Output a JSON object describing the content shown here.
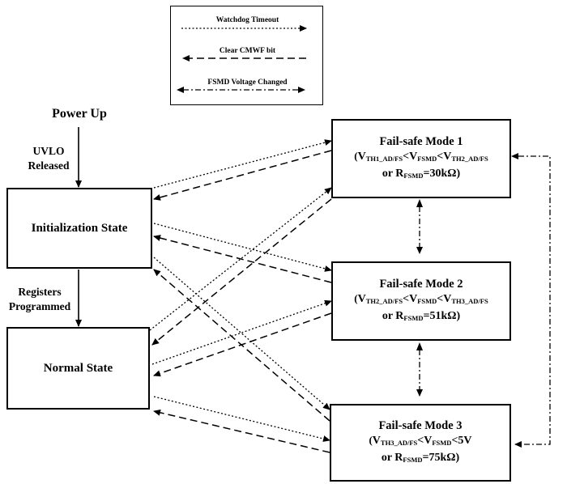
{
  "legend": {
    "watchdog": "Watchdog Timeout",
    "clear": "Clear CMWF bit",
    "fsmd": "FSMD Voltage Changed"
  },
  "labels": {
    "power_up": "Power Up",
    "uvlo_line1": "UVLO",
    "uvlo_line2": "Released",
    "registers_line1": "Registers",
    "registers_line2": "Programmed"
  },
  "states": {
    "init": "Initialization State",
    "normal": "Normal State"
  },
  "failsafe": [
    {
      "title": "Fail-safe Mode 1",
      "cond_v1": "V",
      "cond_s1": "TH1_AD/FS",
      "cond_lt1": "<V",
      "cond_s2": "FSMD",
      "cond_lt2": "<V",
      "cond_s3": "TH2_AD/FS",
      "cond_end": "",
      "res_prefix": "or R",
      "res_sub": "FSMD",
      "res_val": "=30kΩ)"
    },
    {
      "title": "Fail-safe Mode 2",
      "cond_v1": "V",
      "cond_s1": "TH2_AD/FS",
      "cond_lt1": "<V",
      "cond_s2": "FSMD",
      "cond_lt2": "<V",
      "cond_s3": "TH3_AD/FS",
      "cond_end": "",
      "res_prefix": "or R",
      "res_sub": "FSMD",
      "res_val": "=51kΩ)"
    },
    {
      "title": "Fail-safe Mode 3",
      "cond_v1": "V",
      "cond_s1": "TH3_AD/FS",
      "cond_lt1": "<V",
      "cond_s2": "FSMD",
      "cond_lt2": "<5V",
      "cond_s3": "",
      "cond_end": "",
      "res_prefix": "or R",
      "res_sub": "FSMD",
      "res_val": "=75kΩ)"
    }
  ]
}
